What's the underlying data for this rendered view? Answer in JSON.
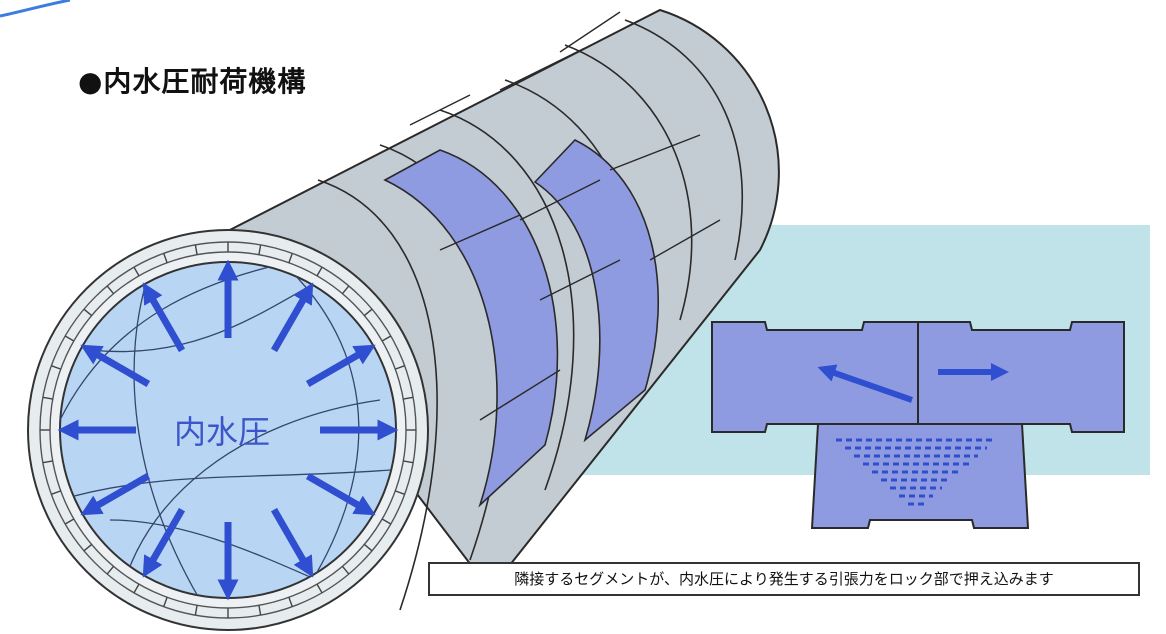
{
  "title": "●内水圧耐荷機構",
  "inner_label": "内水圧",
  "caption": "隣接するセグメントが、内水圧により発生する引張力をロック部で押え込みます",
  "colors": {
    "segment_gray": "#c4ccd3",
    "segment_blue": "#8f9be0",
    "interior": "#b8d6f4",
    "backdrop": "#bfe3e9",
    "arrow": "#2f4fd0"
  }
}
